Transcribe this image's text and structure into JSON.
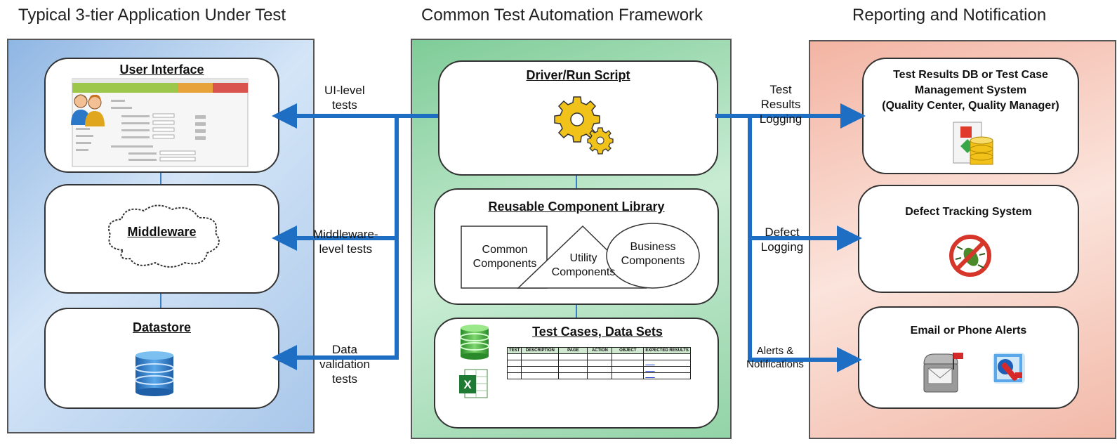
{
  "columns": {
    "left_title": "Typical 3-tier Application Under Test",
    "center_title": "Common Test Automation Framework",
    "right_title": "Reporting and Notification"
  },
  "app_tiers": {
    "ui": "User Interface",
    "middleware": "Middleware",
    "datastore": "Datastore"
  },
  "framework": {
    "driver": "Driver/Run Script",
    "library": "Reusable Component Library",
    "common": [
      "Common",
      "Components"
    ],
    "utility": [
      "Utility",
      "Components"
    ],
    "business": [
      "Business",
      "Components"
    ],
    "testcases": "Test Cases, Data Sets",
    "table_headers": [
      "TEST",
      "DESCRIPTION",
      "PAGE",
      "ACTION",
      "OBJECT",
      "EXPECTED RESULTS"
    ]
  },
  "test_arrows": {
    "ui": [
      "UI-level",
      "tests"
    ],
    "middleware": [
      "Middleware-",
      "level tests"
    ],
    "data": [
      "Data",
      "validation",
      "tests"
    ]
  },
  "report_arrows": {
    "results": [
      "Test",
      "Results",
      "Logging"
    ],
    "defect": [
      "Defect",
      "Logging"
    ],
    "alerts": [
      "Alerts &",
      "Notifications"
    ]
  },
  "reporting": {
    "results_db": [
      "Test Results DB or Test Case",
      "Management System",
      "(Quality Center, Quality Manager)"
    ],
    "defect": "Defect Tracking System",
    "alerts": "Email or Phone Alerts"
  },
  "colors": {
    "left_panel": "#b9d3ef",
    "center_panel": "#a9dcb8",
    "right_panel": "#f6c9bd",
    "arrow": "#1e6fc4"
  }
}
